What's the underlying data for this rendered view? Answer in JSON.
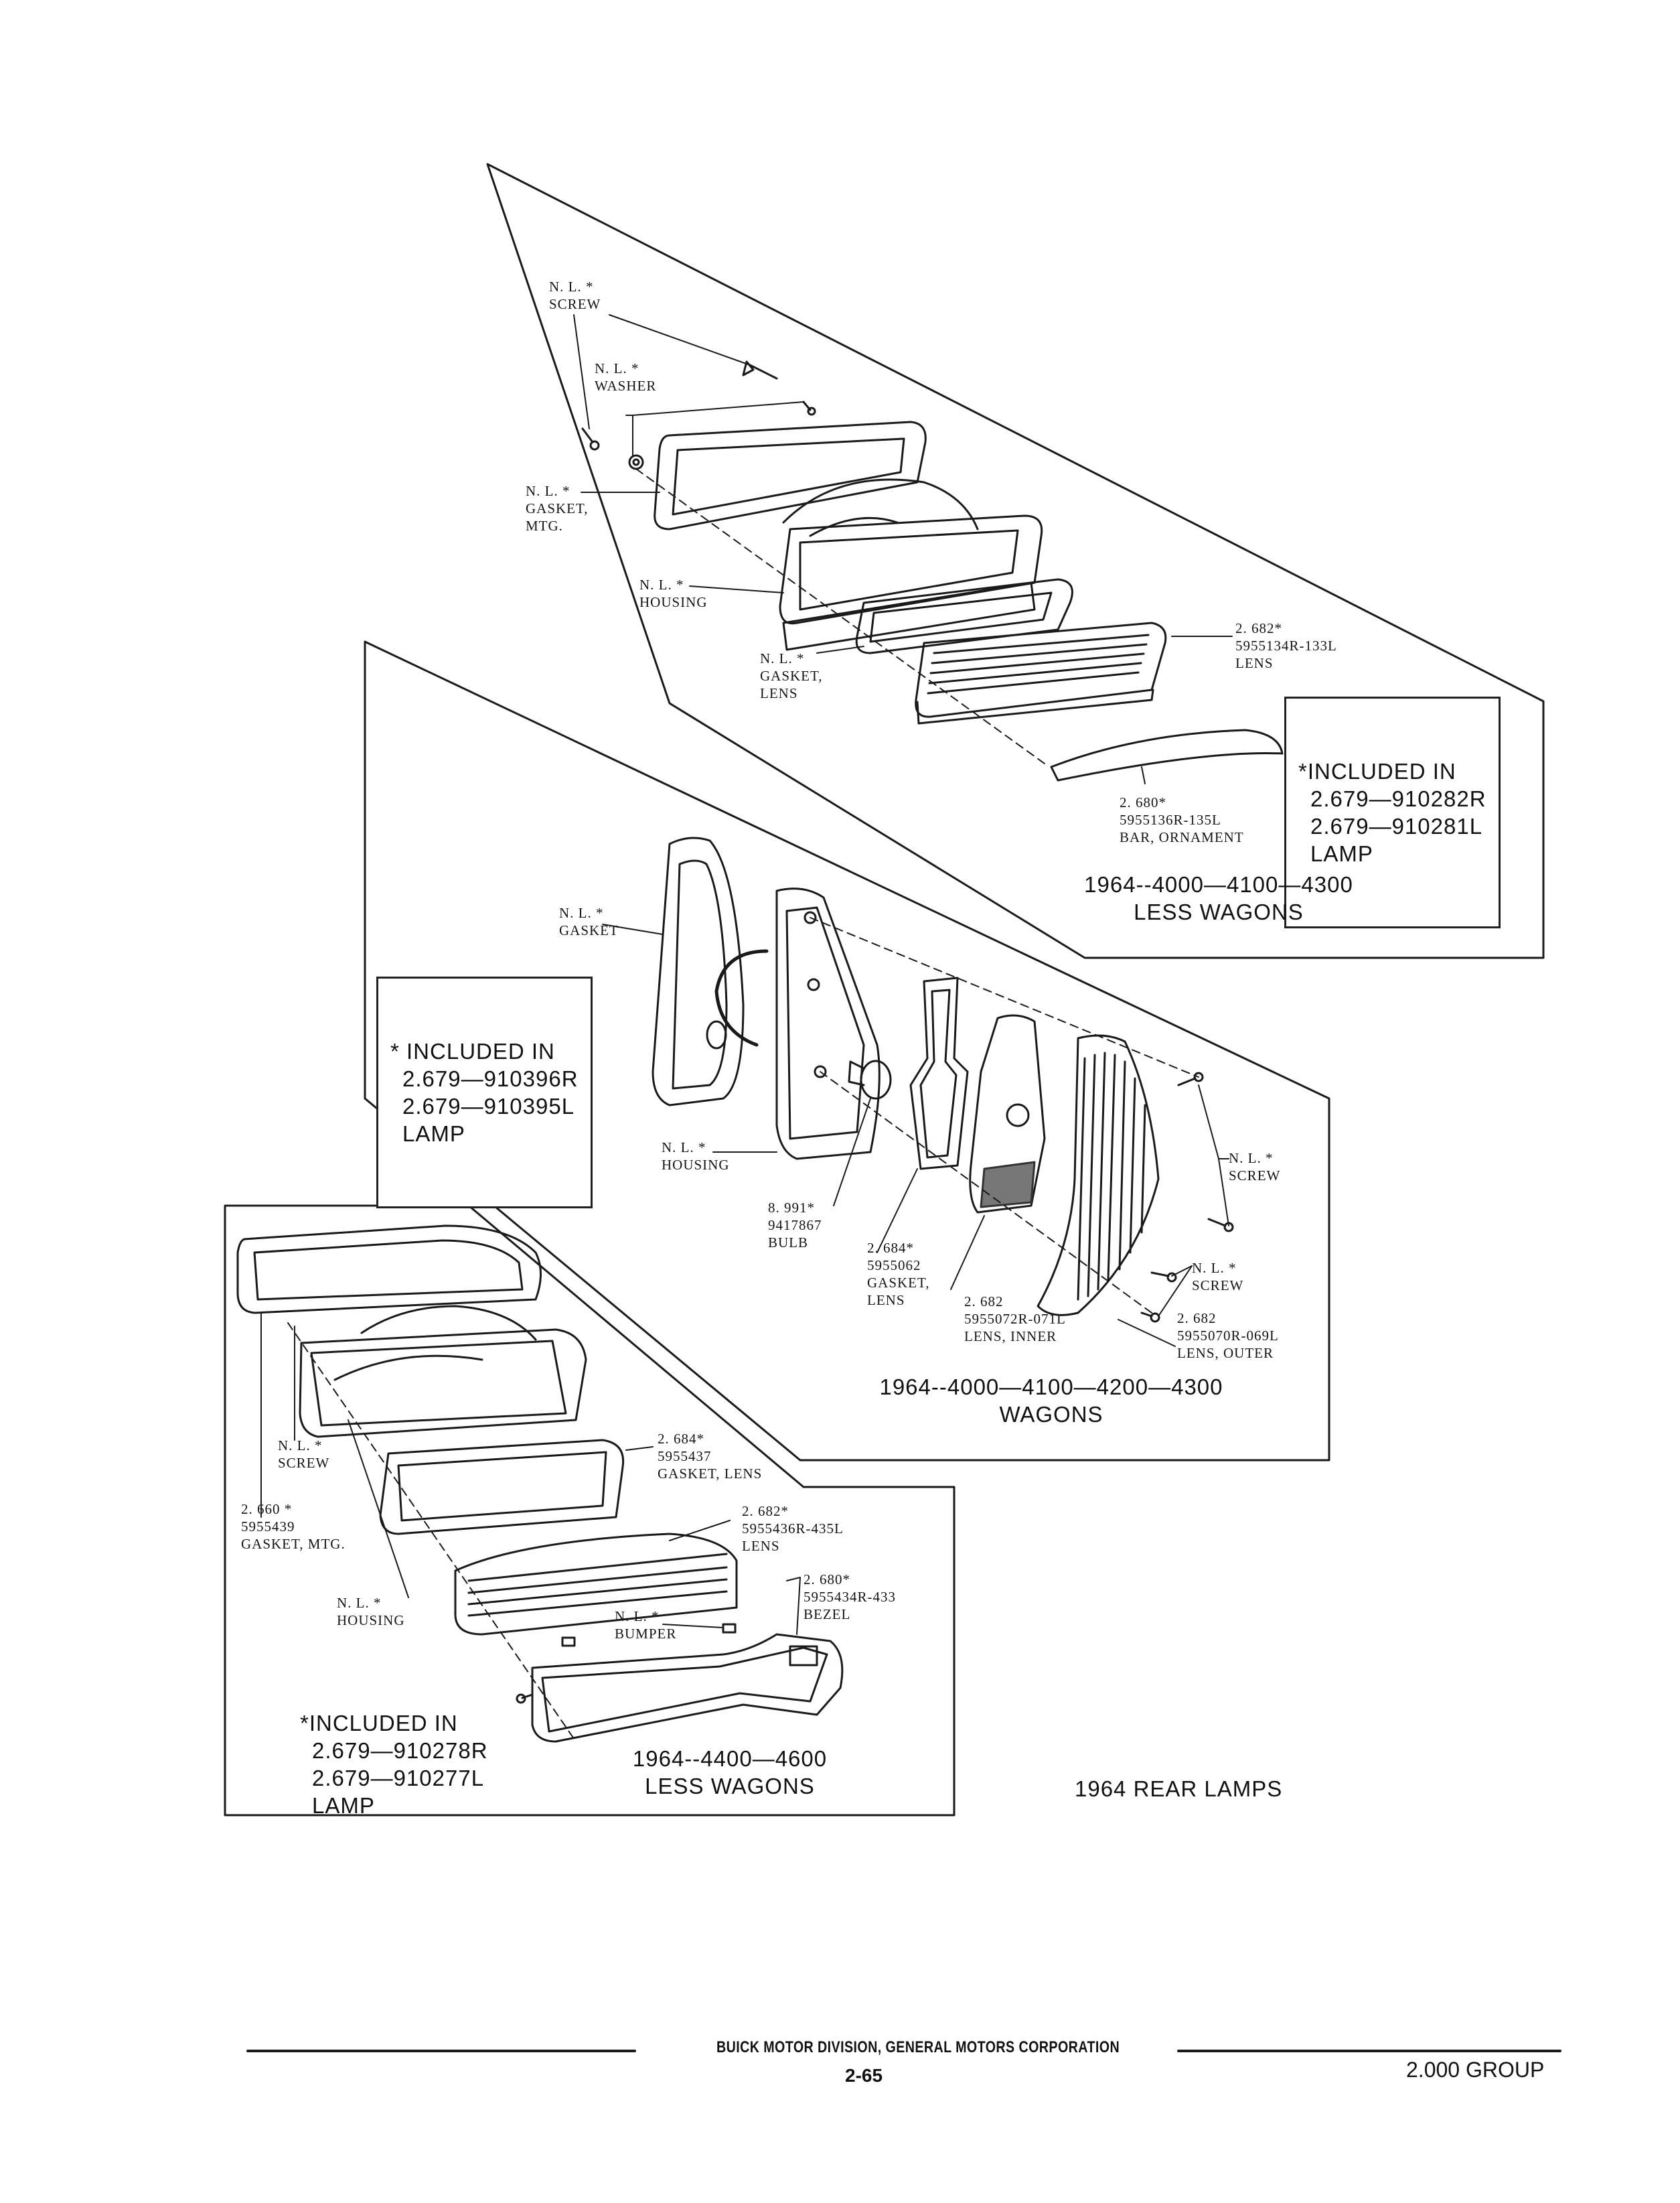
{
  "panel_top": {
    "labels": {
      "screw_top": [
        "N. L. *",
        "SCREW"
      ],
      "washer": [
        "N. L. *",
        "WASHER"
      ],
      "gasket_mtg": [
        "N. L. *",
        "GASKET,",
        "MTG."
      ],
      "housing": [
        "N. L. *",
        "HOUSING"
      ],
      "gasket_lens": [
        "N. L. *",
        "GASKET,",
        "LENS"
      ],
      "lens": [
        "2. 682*",
        "5955134R-133L",
        "LENS"
      ],
      "bar_ornament": [
        "2. 680*",
        "5955136R-135L",
        "BAR, ORNAMENT"
      ]
    },
    "included": [
      "*INCLUDED IN",
      "2.679—910282R",
      "2.679—910281L",
      "LAMP"
    ],
    "title": [
      "1964--4000—4100—4300",
      "LESS WAGONS"
    ]
  },
  "panel_middle": {
    "labels": {
      "gasket": [
        "N. L. *",
        "GASKET"
      ],
      "housing": [
        "N. L. *",
        "HOUSING"
      ],
      "bulb": [
        "8. 991*",
        "9417867",
        "BULB"
      ],
      "gasket_lens": [
        "2. 684*",
        "5955062",
        "GASKET,",
        "LENS"
      ],
      "lens_inner": [
        "2. 682",
        "5955072R-071L",
        "LENS, INNER"
      ],
      "screw_upper": [
        "N. L. *",
        "SCREW"
      ],
      "screw_lower": [
        "N. L. *",
        "SCREW"
      ],
      "lens_outer": [
        "2. 682",
        "5955070R-069L",
        "LENS, OUTER"
      ]
    },
    "included": [
      "* INCLUDED IN",
      "2.679—910396R",
      "2.679—910395L",
      "LAMP"
    ],
    "title": [
      "1964--4000—4100—4200—4300",
      "WAGONS"
    ]
  },
  "panel_bottom": {
    "labels": {
      "screw": [
        "N. L. *",
        "SCREW"
      ],
      "gasket_mtg": [
        "2. 660 *",
        "5955439",
        "GASKET, MTG."
      ],
      "housing": [
        "N. L. *",
        "HOUSING"
      ],
      "gasket_lens": [
        "2. 684*",
        "5955437",
        "GASKET, LENS"
      ],
      "lens": [
        "2. 682*",
        "5955436R-435L",
        "LENS"
      ],
      "bumper": [
        "N. L. *",
        "BUMPER"
      ],
      "bezel": [
        "2. 680*",
        "5955434R-433",
        "BEZEL"
      ]
    },
    "included": [
      "*INCLUDED IN",
      "2.679—910278R",
      "2.679—910277L",
      "LAMP"
    ],
    "title": [
      "1964--4400—4600",
      "LESS WAGONS"
    ]
  },
  "caption": "1964 REAR LAMPS",
  "footer": {
    "company": "BUICK MOTOR DIVISION, GENERAL MOTORS CORPORATION",
    "page": "2-65",
    "group": "2.000 GROUP"
  }
}
